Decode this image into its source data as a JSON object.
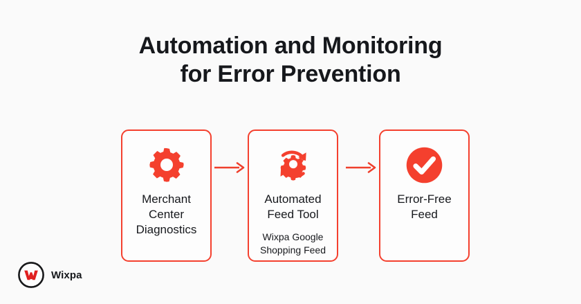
{
  "page": {
    "background_color": "#fafafa",
    "accent_color": "#f4402e",
    "text_color": "#16181c"
  },
  "heading": {
    "line1": "Automation and Monitoring",
    "line2": "for Error Prevention"
  },
  "flow": {
    "steps": [
      {
        "icon": "gear-icon",
        "title": "Merchant Center Diagnostics",
        "subtitle": ""
      },
      {
        "icon": "gear-sync-icon",
        "title": "Automated Feed Tool",
        "subtitle": "Wixpa Google Shopping Feed"
      },
      {
        "icon": "check-circle-icon",
        "title": "Error-Free Feed",
        "subtitle": ""
      }
    ],
    "connectors": [
      {
        "icon": "arrow-right-icon"
      },
      {
        "icon": "arrow-right-icon"
      }
    ]
  },
  "branding": {
    "logo_icon": "wixpa-w-logo-icon",
    "name": "Wixpa"
  }
}
